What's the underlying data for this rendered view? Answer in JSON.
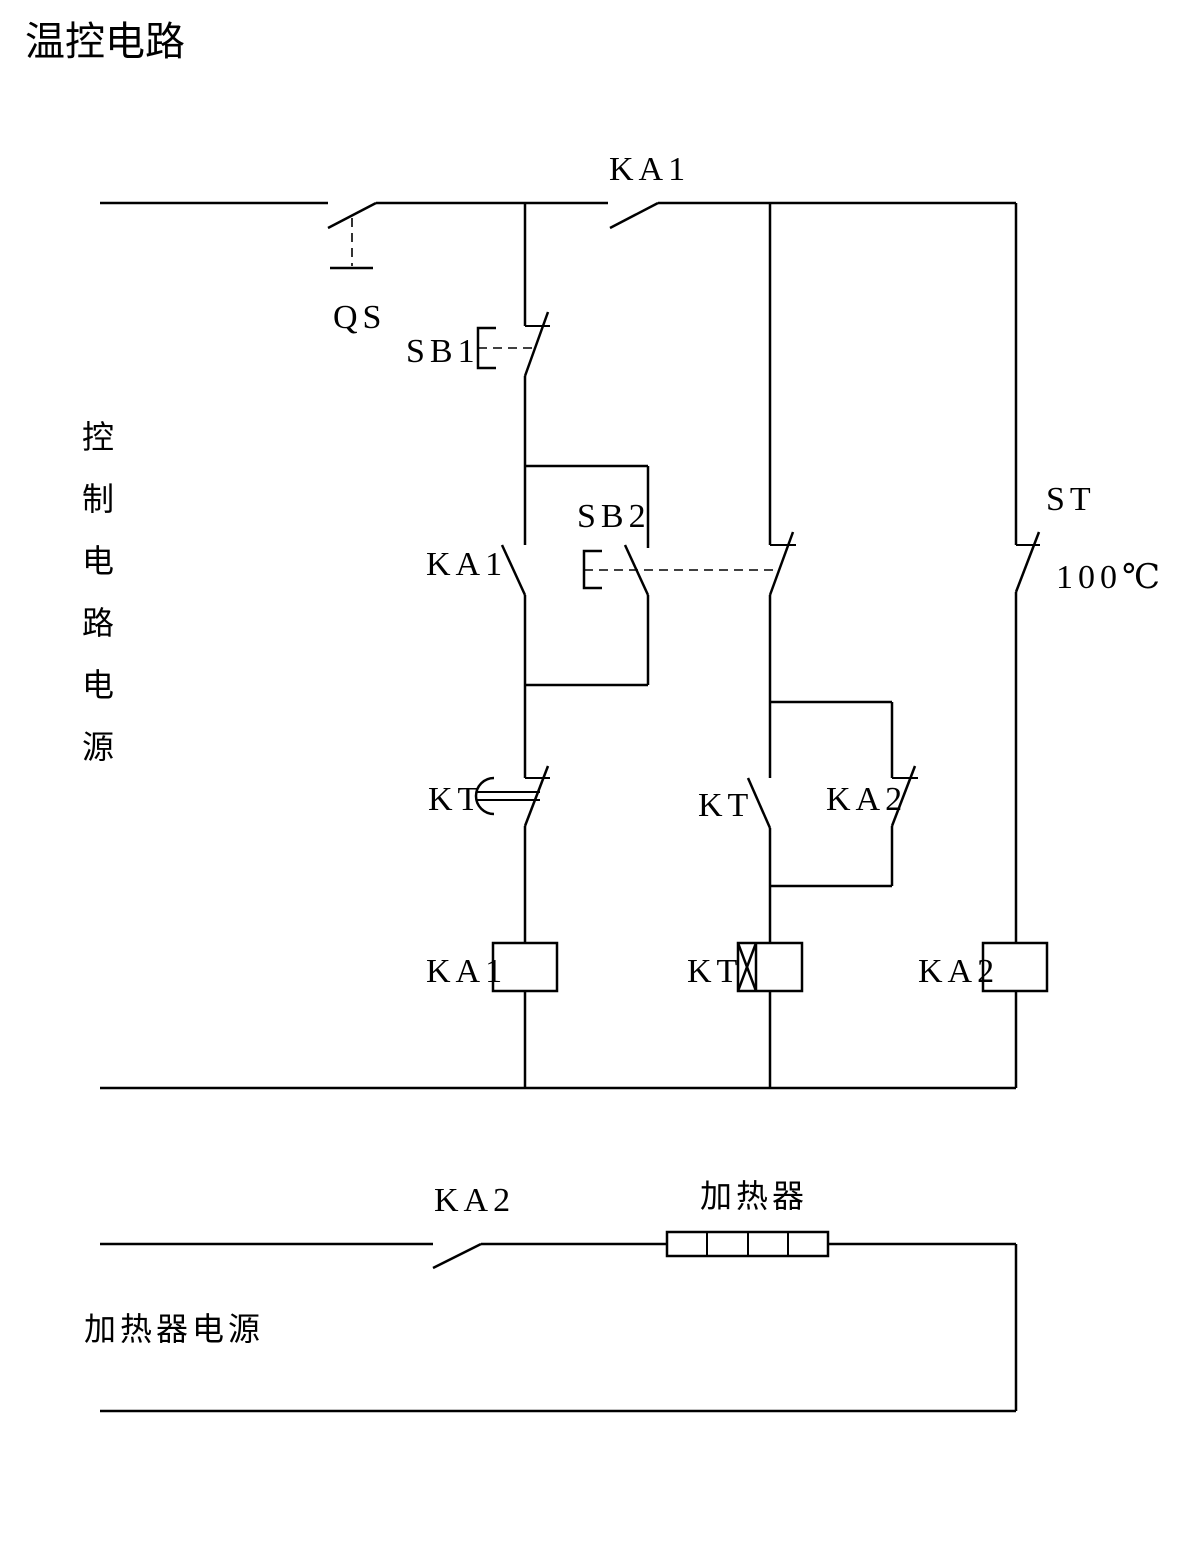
{
  "title": "温控电路",
  "labels": {
    "qs": "QS",
    "sb1": "SB1",
    "sb2": "SB2",
    "ka1_top": "KA1",
    "ka1_contact": "KA1",
    "ka1_coil": "KA1",
    "kt_contact_left": "KT",
    "kt_contact_mid": "KT",
    "kt_coil": "KT",
    "ka2_contact_mid": "KA2",
    "ka2_coil": "KA2",
    "st": "ST",
    "st_temp": "100℃",
    "ka2_heater": "KA2",
    "heater": "加热器"
  },
  "side_labels": {
    "control_power": [
      "控",
      "制",
      "电",
      "路",
      "电",
      "源"
    ],
    "heater_power": "加热器电源"
  }
}
